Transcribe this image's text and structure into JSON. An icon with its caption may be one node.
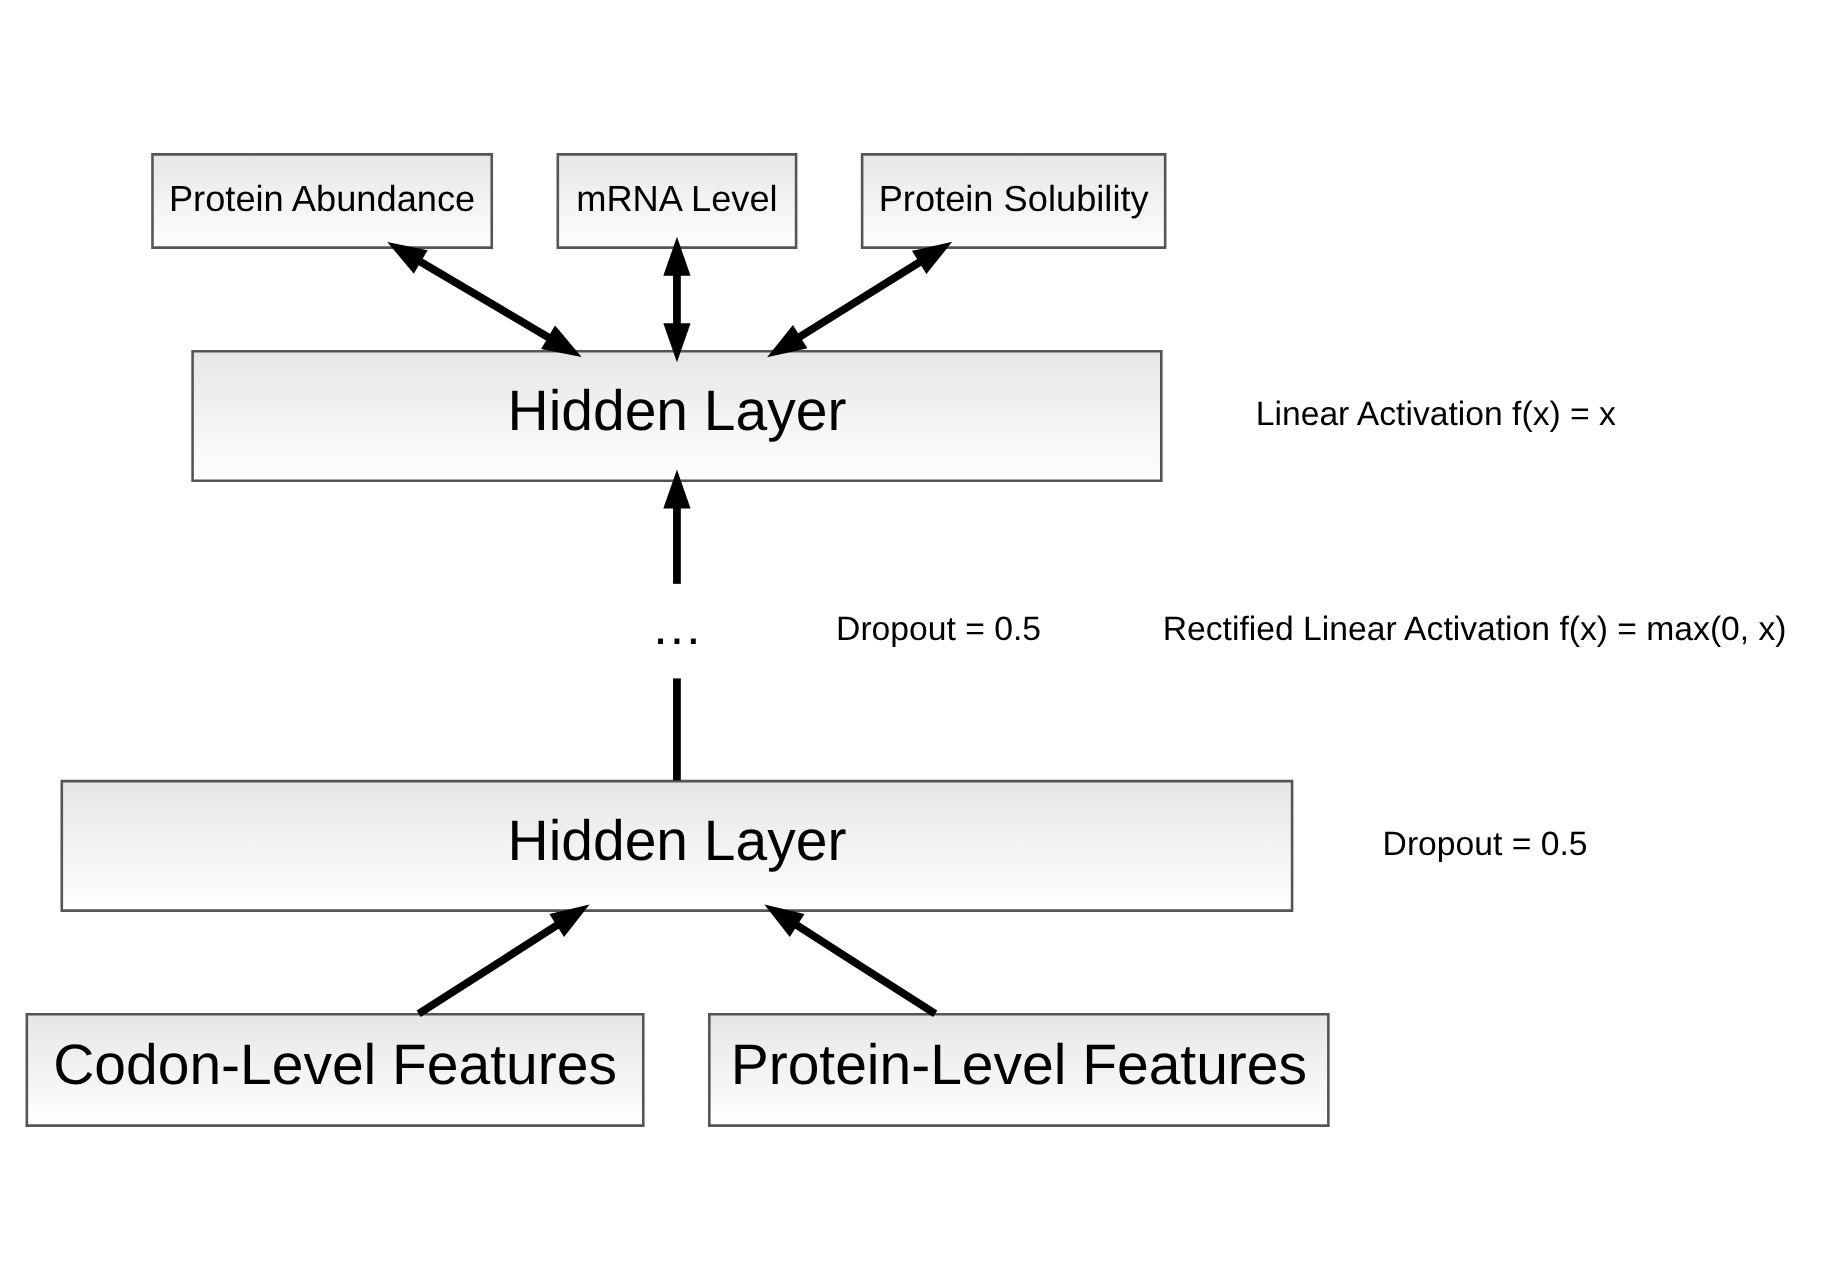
{
  "diagram": {
    "nodes": [
      {
        "text": [
          "Protein Abundance"
        ]
      },
      {
        "text": [
          "mRNA Level"
        ]
      },
      {
        "text": [
          "Protein Solubility"
        ]
      },
      {
        "text": [
          "Hidden Layer"
        ]
      },
      {
        "text": [
          "…"
        ]
      },
      {
        "text": [
          "Hidden Layer"
        ]
      },
      {
        "text": [
          "Codon-Level Features"
        ]
      },
      {
        "text": [
          "Protein-Level Features"
        ]
      }
    ],
    "edges": [
      {
        "from": 3,
        "to": 0,
        "arrow": "both"
      },
      {
        "from": 3,
        "to": 1,
        "arrow": "both"
      },
      {
        "from": 3,
        "to": 2,
        "arrow": "both"
      },
      {
        "from": 4,
        "to": 3,
        "arrow": "to"
      },
      {
        "from": 5,
        "to": 4,
        "arrow": "none"
      },
      {
        "from": 6,
        "to": 5,
        "arrow": "to"
      },
      {
        "from": 7,
        "to": 5,
        "arrow": "to"
      }
    ],
    "labels": [
      "Linear Activation f(x) = x",
      "Dropout = 0.5",
      "Rectified Linear Activation f(x) = max(0, x)",
      "Dropout = 0.5"
    ]
  }
}
